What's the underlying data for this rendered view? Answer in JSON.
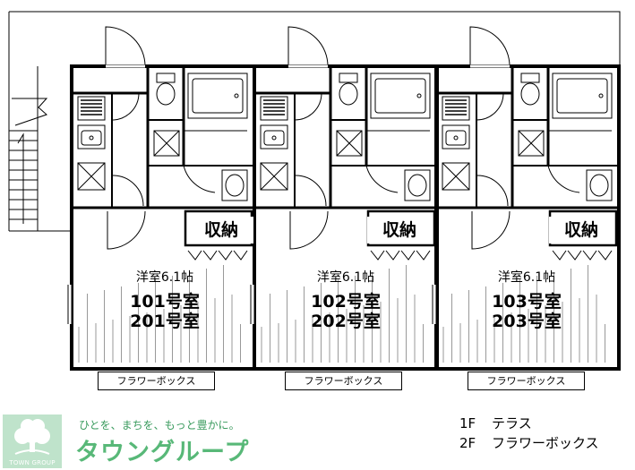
{
  "units": [
    {
      "storage_label": "収納",
      "room_type": "洋室6.1帖",
      "room_no_1f": "101号室",
      "room_no_2f": "201号室",
      "flower_box": "フラワーボックス"
    },
    {
      "storage_label": "収納",
      "room_type": "洋室6.1帖",
      "room_no_1f": "102号室",
      "room_no_2f": "202号室",
      "flower_box": "フラワーボックス"
    },
    {
      "storage_label": "収納",
      "room_type": "洋室6.1帖",
      "room_no_1f": "103号室",
      "room_no_2f": "203号室",
      "flower_box": "フラワーボックス"
    }
  ],
  "legend": [
    {
      "floor": "1F",
      "text": "テラス"
    },
    {
      "floor": "2F",
      "text": "フラワーボックス"
    }
  ],
  "logo": {
    "subtitle": "TOWN GROUP",
    "tagline": "ひとを、まちを、もっと豊かに。",
    "brand": "タウングループ",
    "colors": {
      "light": "#bfe3cb",
      "dark": "#3a9b5e",
      "brand": "#58b878"
    }
  },
  "icons": [
    "tree-logo-icon",
    "stove-icon",
    "sink-icon",
    "toilet-icon",
    "bathtub-icon",
    "washbasin-icon",
    "washer-icon",
    "stair-icon",
    "door-swing-icon"
  ]
}
